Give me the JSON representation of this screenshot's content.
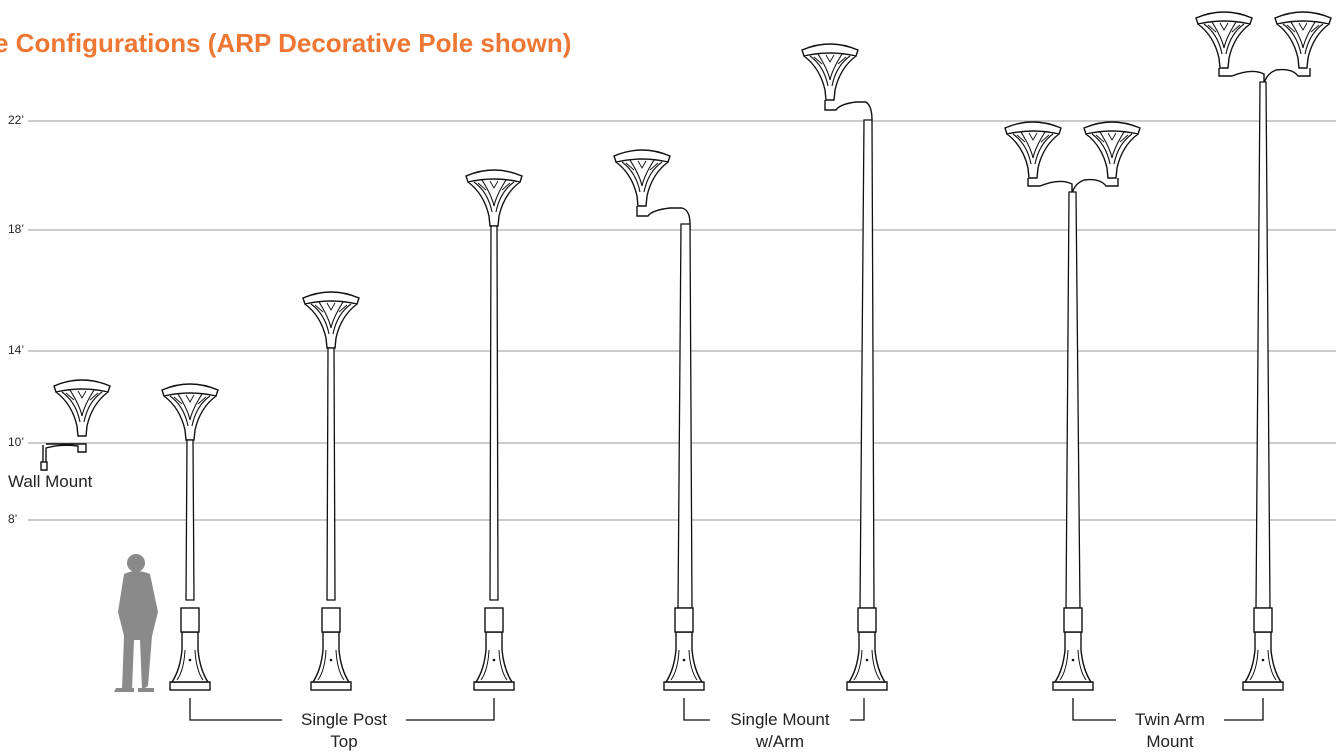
{
  "title": "e Configurations (ARP Decorative Pole shown)",
  "height_lines": [
    {
      "label": "22’"
    },
    {
      "label": "18’"
    },
    {
      "label": "14’"
    },
    {
      "label": "10’"
    },
    {
      "label": "8’"
    }
  ],
  "wall_mount_label": "Wall Mount",
  "groups": [
    {
      "line1": "Single Post",
      "line2": "Top"
    },
    {
      "line1": "Single Mount",
      "line2": "w/Arm"
    },
    {
      "line1": "Twin Arm",
      "line2": "Mount"
    }
  ],
  "colors": {
    "title": "#ee7733",
    "person": "#8a8a8a",
    "lines": "#888888",
    "drawing": "#111111"
  }
}
